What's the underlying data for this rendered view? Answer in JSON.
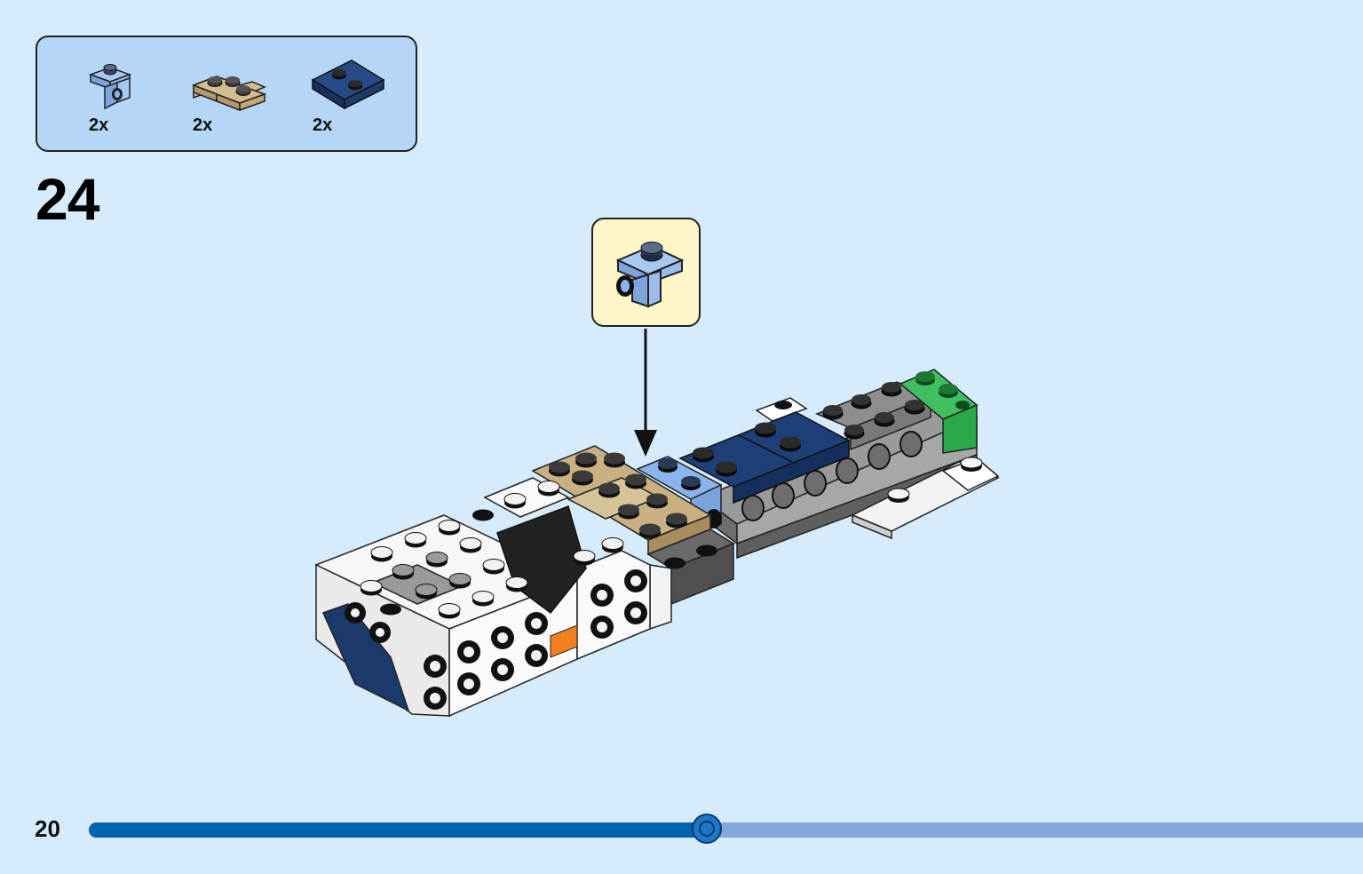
{
  "parts_list": {
    "items": [
      {
        "name": "bracket-1x1-light-blue",
        "color": "#8ab4ec",
        "qty": "2x"
      },
      {
        "name": "corner-plate-tan",
        "color": "#c9b083",
        "qty": "2x"
      },
      {
        "name": "plate-2x2-dark-blue",
        "color": "#1e3f76",
        "qty": "2x"
      }
    ]
  },
  "step": {
    "number": "24"
  },
  "callout": {
    "part_name": "bracket-1x1-light-blue",
    "color": "#8ab4ec"
  },
  "footer": {
    "page_number": "20",
    "progress": 0.485
  },
  "colors": {
    "background": "#d6ebfb",
    "parts_box": "#b5d6f6",
    "callout_bg": "#fff6c9",
    "progress_fill": "#0063b0",
    "progress_track": "#86a8d8"
  }
}
